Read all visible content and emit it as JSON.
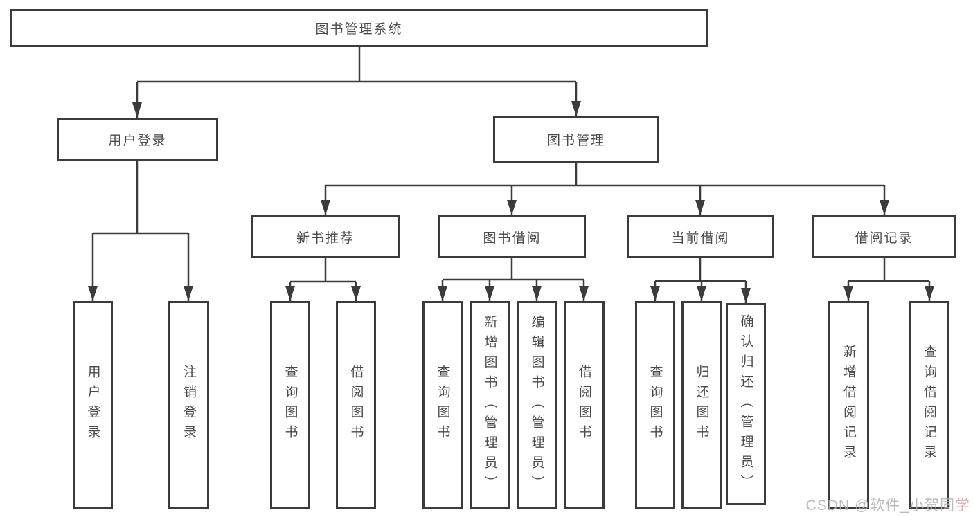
{
  "diagram_title": "图书管理系统",
  "tree": {
    "label": "图书管理系统",
    "children": [
      {
        "label": "用户登录",
        "children": [
          {
            "label": "用户登录"
          },
          {
            "label": "注销登录"
          }
        ]
      },
      {
        "label": "图书管理",
        "children": [
          {
            "label": "新书推荐",
            "children": [
              {
                "label": "查询图书"
              },
              {
                "label": "借阅图书"
              }
            ]
          },
          {
            "label": "图书借阅",
            "children": [
              {
                "label": "查询图书"
              },
              {
                "label": "新增图书（管理员）"
              },
              {
                "label": "编辑图书（管理员）"
              },
              {
                "label": "借阅图书"
              }
            ]
          },
          {
            "label": "当前借阅",
            "children": [
              {
                "label": "查询图书"
              },
              {
                "label": "归还图书"
              },
              {
                "label": "确认归还（管理员）"
              }
            ]
          },
          {
            "label": "借阅记录",
            "children": [
              {
                "label": "新增借阅记录"
              },
              {
                "label": "查询借阅记录"
              }
            ]
          }
        ]
      }
    ]
  },
  "watermark": {
    "prefix": "CSDN @软件_小贺同",
    "accent": "学"
  },
  "colors": {
    "line": "#3b3b3b",
    "text": "#4a4a4a",
    "background": "#ffffff",
    "watermark": "#b2b2b2",
    "watermark_accent": "#e2a0a0"
  }
}
